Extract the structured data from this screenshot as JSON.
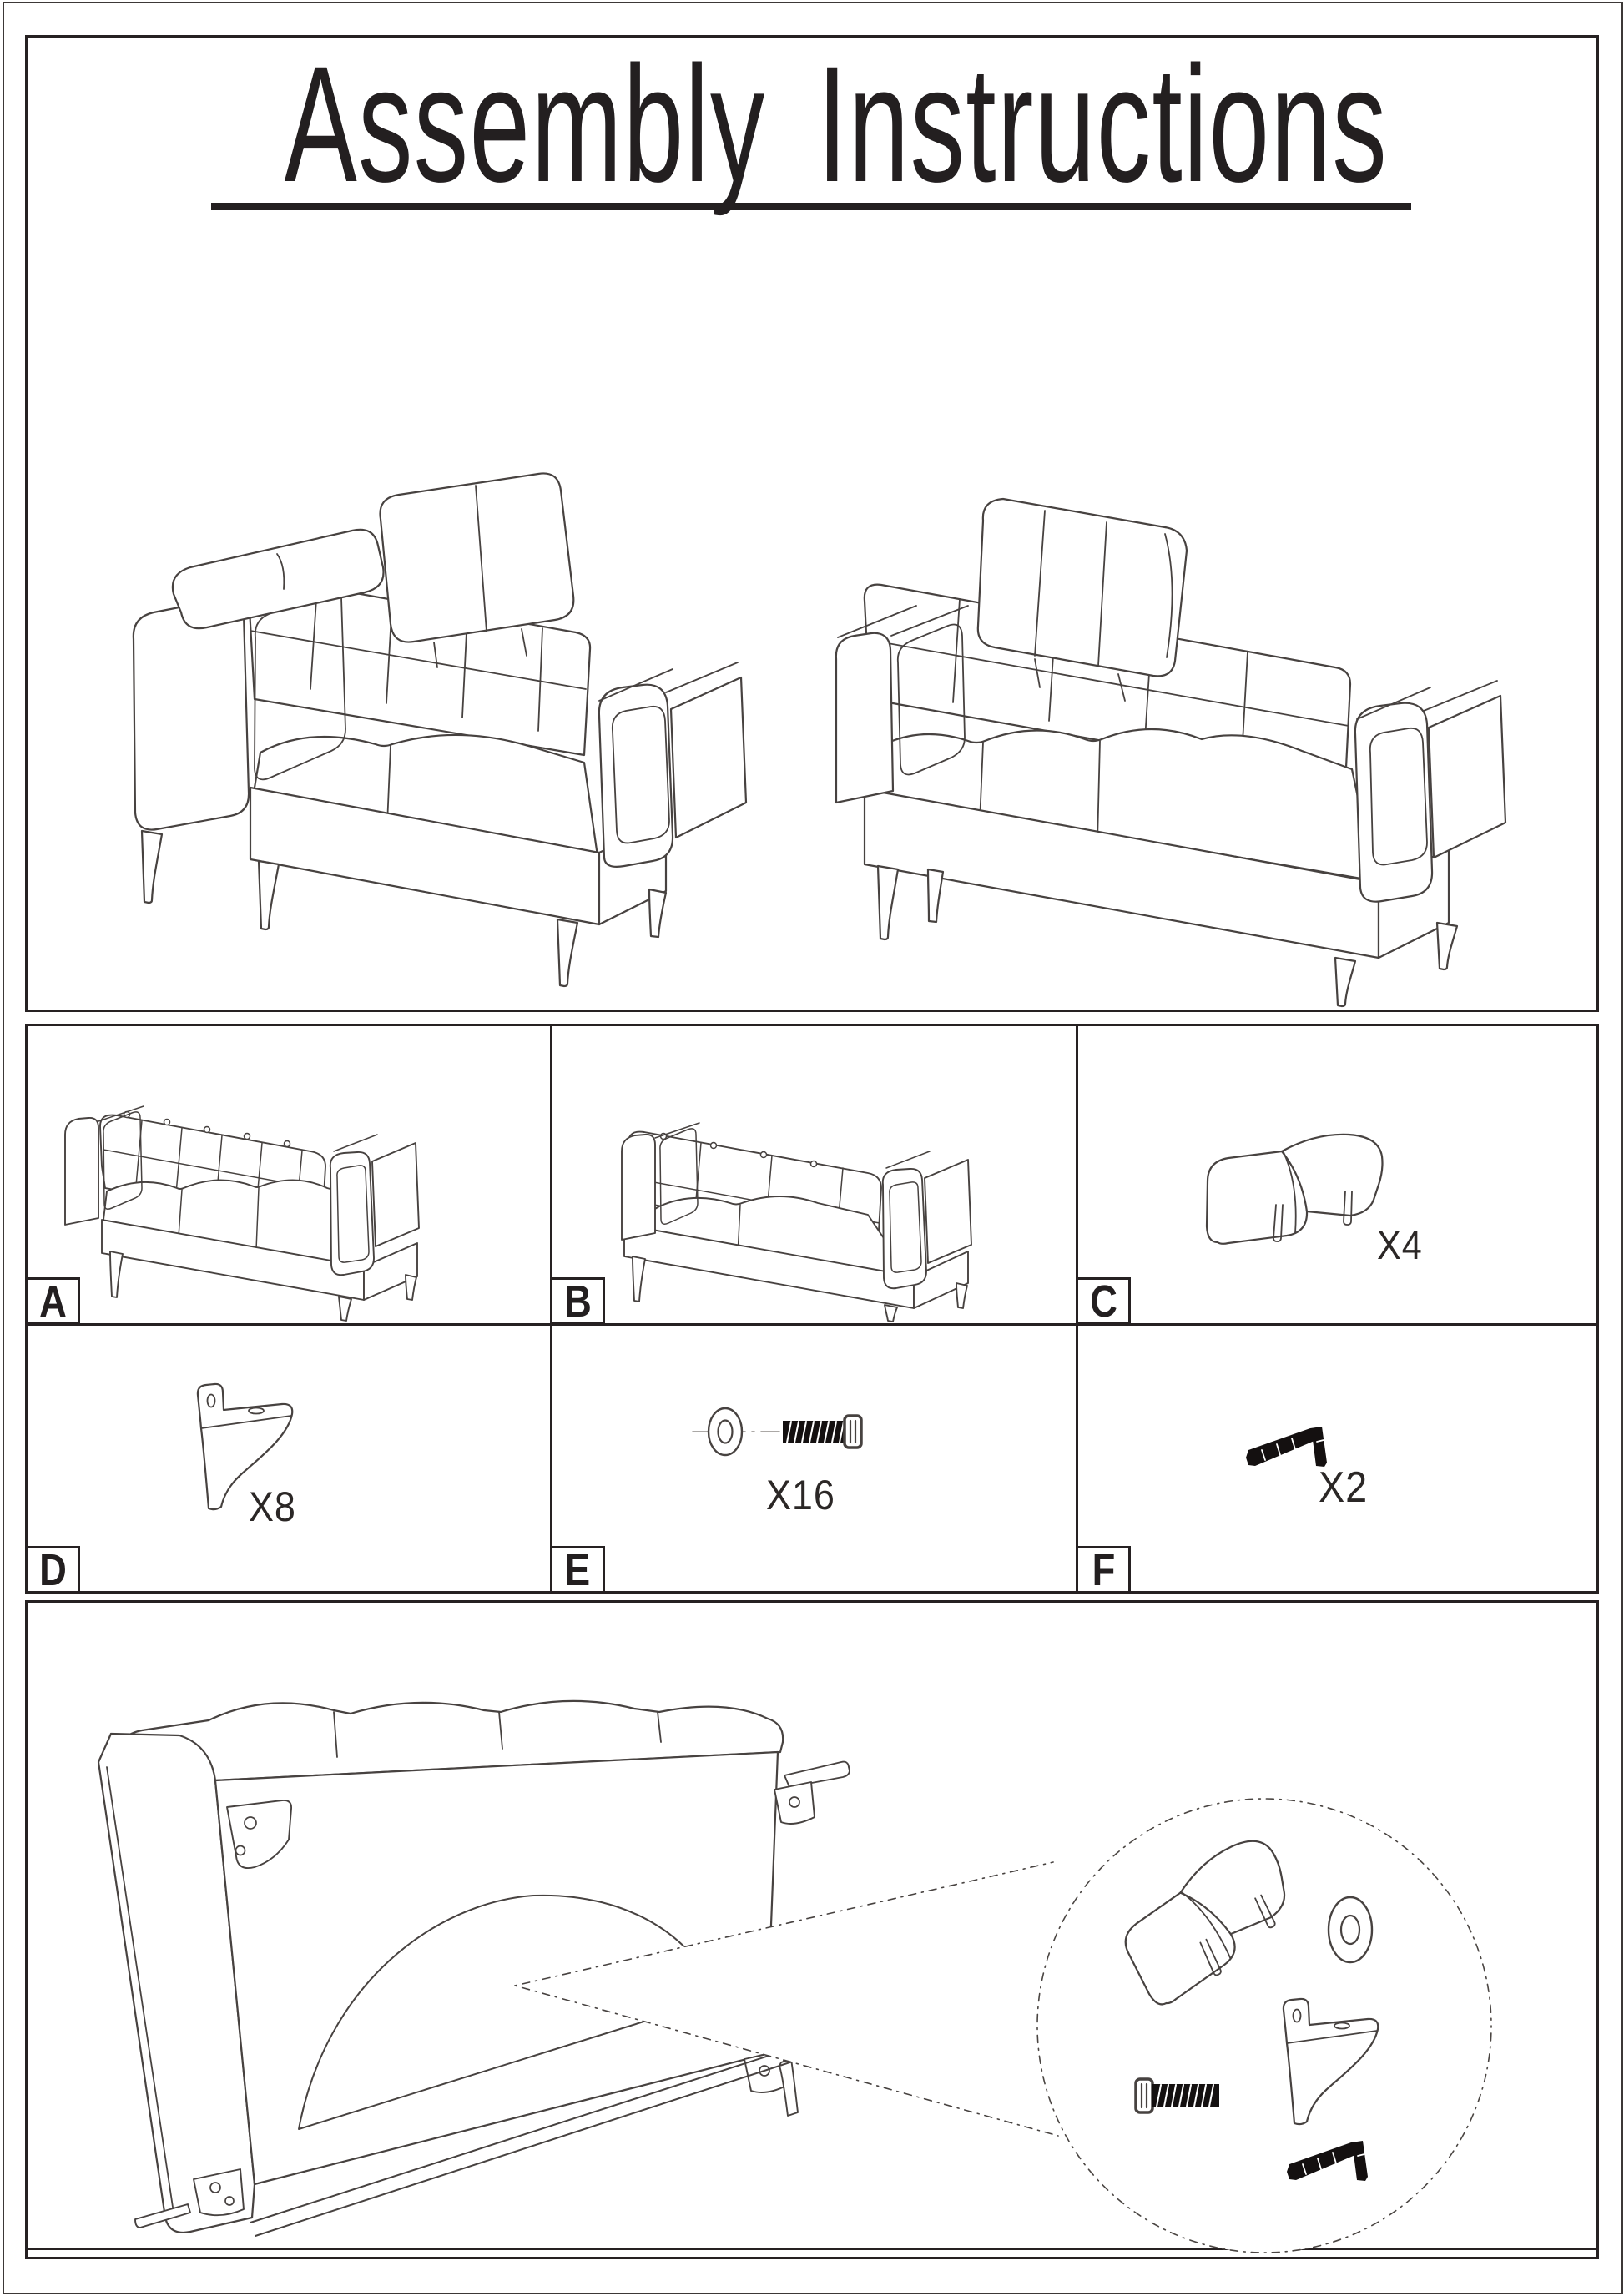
{
  "page": {
    "title": "Assembly Instructions"
  },
  "palette": {
    "ink": "#474240",
    "border": "#262122",
    "paper": "#ffffff"
  },
  "overview": {
    "items": [
      "loveseat-with-headrest-line-art",
      "three-seat-sofa-with-headrest-line-art"
    ]
  },
  "parts_grid": [
    {
      "letter": "A",
      "icon": "three-seat-sofa-icon",
      "qty": ""
    },
    {
      "letter": "B",
      "icon": "loveseat-icon",
      "qty": ""
    },
    {
      "letter": "C",
      "icon": "headrest-icon",
      "qty": "X4"
    },
    {
      "letter": "D",
      "icon": "metal-leg-icon",
      "qty": "X8"
    },
    {
      "letter": "E",
      "icon": "washer-and-screw-icon",
      "qty": "X16"
    },
    {
      "letter": "F",
      "icon": "allen-key-icon",
      "qty": "X2"
    }
  ],
  "assembly_step": {
    "icon": "flipped-sofa-with-detail-circle-icon"
  }
}
